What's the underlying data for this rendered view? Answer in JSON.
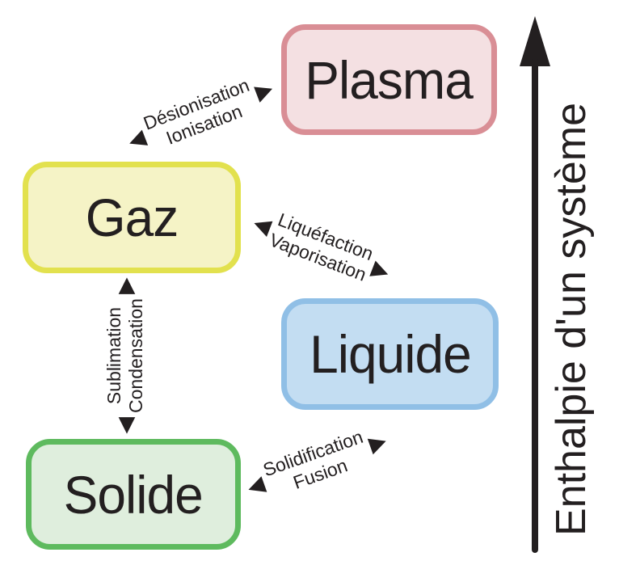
{
  "page": {
    "background": "#ffffff",
    "text_color": "#231f20"
  },
  "icons": {
    "arrow_left": "◀",
    "arrow_right": "▶",
    "axis_arrow_up": "up-triangle"
  },
  "diagram": {
    "boxes": [
      {
        "id": "plasma",
        "label": "Plasma",
        "fill": "#f4e0e2",
        "border": "#d98e95"
      },
      {
        "id": "gaz",
        "label": "Gaz",
        "fill": "#f5f3c6",
        "border": "#e2e14e"
      },
      {
        "id": "liquide",
        "label": "Liquide",
        "fill": "#c3ddf2",
        "border": "#90bfe6"
      },
      {
        "id": "solide",
        "label": "Solide",
        "fill": "#dfeedd",
        "border": "#5eba5e"
      }
    ],
    "transitions": [
      {
        "id": "plasma-gaz",
        "between": [
          "Gaz",
          "Plasma"
        ],
        "labels": [
          "Désionisation",
          "Ionisation"
        ]
      },
      {
        "id": "gaz-liquide",
        "between": [
          "Gaz",
          "Liquide"
        ],
        "labels": [
          "Liquéfaction",
          "Vaporisation"
        ]
      },
      {
        "id": "gaz-solide",
        "between": [
          "Gaz",
          "Solide"
        ],
        "labels": [
          "Sublimation",
          "Condensation"
        ]
      },
      {
        "id": "liquide-solide",
        "between": [
          "Liquide",
          "Solide"
        ],
        "labels": [
          "Solidification",
          "Fusion"
        ]
      }
    ],
    "axis": {
      "label": "Enthalpie d'un système",
      "color": "#231f20"
    }
  }
}
